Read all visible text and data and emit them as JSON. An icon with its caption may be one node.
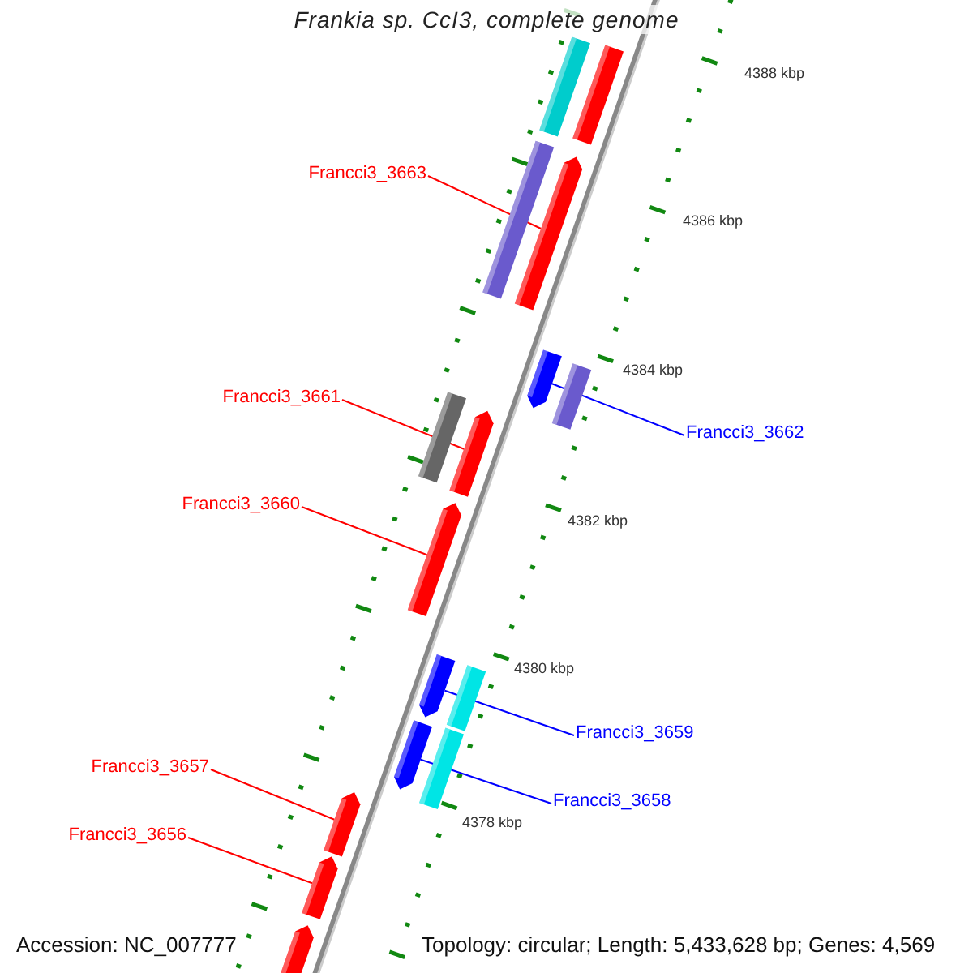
{
  "diagram": {
    "title": "Frankia sp. CcI3, complete genome",
    "nodes": [
      {
        "text": [
          "Francci3_3663"
        ]
      },
      {
        "text": [
          "Francci3_3661"
        ]
      },
      {
        "text": [
          "Francci3_3662"
        ]
      },
      {
        "text": [
          "Francci3_3660"
        ]
      },
      {
        "text": [
          "Francci3_3659"
        ]
      },
      {
        "text": [
          "Francci3_3657"
        ]
      },
      {
        "text": [
          "Francci3_3658"
        ]
      },
      {
        "text": [
          "Francci3_3656"
        ]
      },
      {
        "text": [],
        "shape": "bar"
      },
      {
        "text": [],
        "shape": "bar"
      },
      {
        "text": [],
        "shape": "bar"
      },
      {
        "text": [],
        "shape": "bar"
      },
      {
        "text": [],
        "shape": "bar"
      },
      {
        "text": [],
        "shape": "bar"
      },
      {
        "text": [],
        "shape": "bar"
      },
      {
        "text": [],
        "shape": "bar"
      },
      {
        "text": [],
        "shape": "bar"
      },
      {
        "text": [],
        "shape": "bar"
      },
      {
        "text": [],
        "shape": "bar"
      },
      {
        "text": [],
        "shape": "bar"
      },
      {
        "text": [],
        "shape": "bar"
      },
      {
        "text": [],
        "shape": "bar"
      },
      {
        "text": [],
        "shape": "bar"
      },
      {
        "text": [],
        "shape": "bar"
      }
    ],
    "edges": [
      {
        "from": 0,
        "to": 11,
        "arrow": "none"
      },
      {
        "from": 1,
        "to": 15,
        "arrow": "none"
      },
      {
        "from": 2,
        "to": 12,
        "arrow": "none",
        "color": "#0000ff"
      },
      {
        "from": 3,
        "to": 16,
        "arrow": "none"
      },
      {
        "from": 4,
        "to": 17,
        "arrow": "none",
        "color": "#0000ff"
      },
      {
        "from": 5,
        "to": 21,
        "arrow": "none"
      },
      {
        "from": 6,
        "to": 20,
        "arrow": "none",
        "color": "#0000ff"
      },
      {
        "from": 7,
        "to": 22,
        "arrow": "none"
      }
    ],
    "labels": [
      "4388 kbp",
      "4386 kbp",
      "4384 kbp",
      "4382 kbp",
      "4380 kbp",
      "4378 kbp",
      "Accession: NC_007777",
      "Topology: circular; Length: 5,433,628 bp; Genes: 4,569"
    ]
  }
}
